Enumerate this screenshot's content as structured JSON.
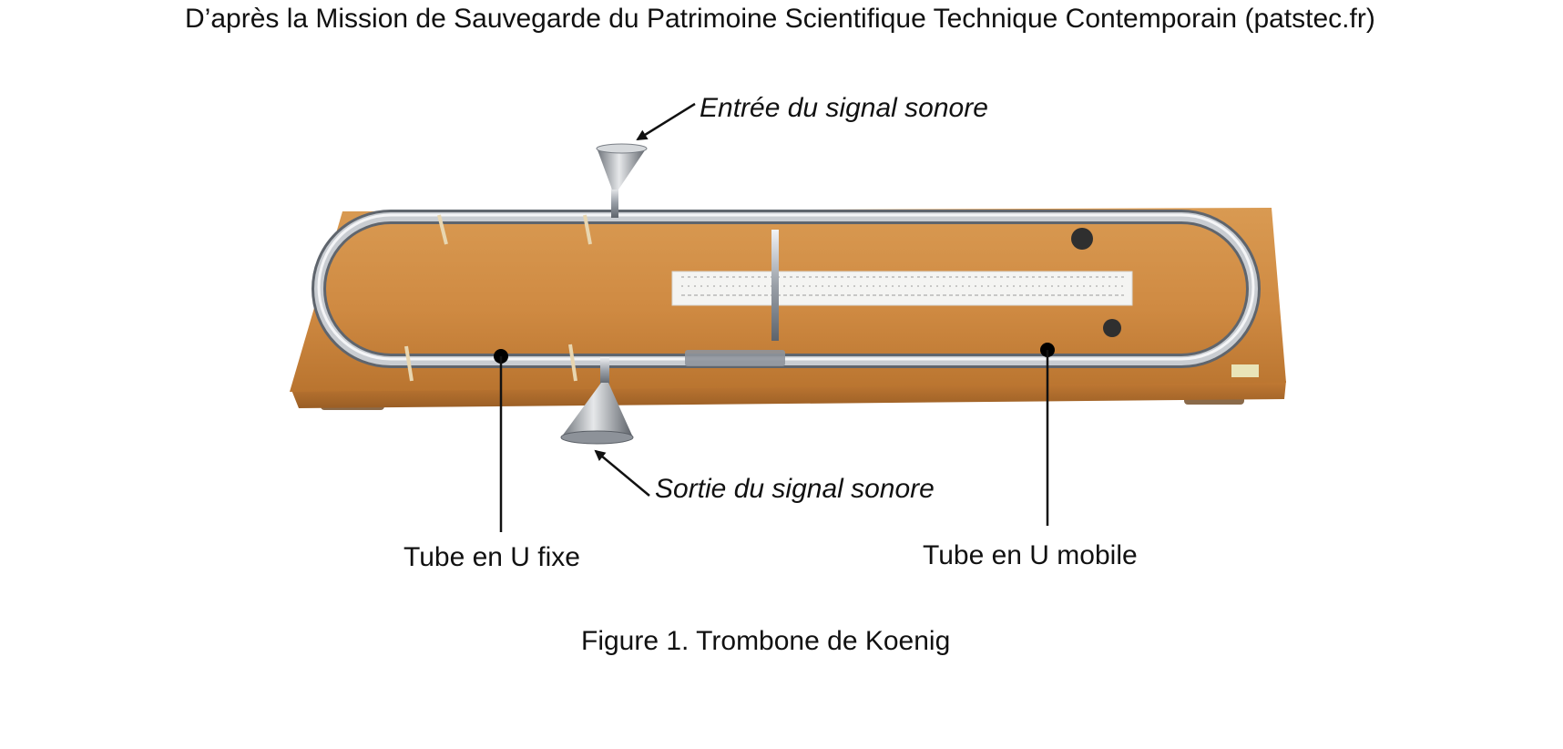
{
  "header": {
    "source_credit": "D’après la Mission de Sauvegarde du Patrimoine Scientifique Technique Contemporain (patstec.fr)"
  },
  "annotations": {
    "input_label": "Entrée du signal sonore",
    "output_label": "Sortie du signal sonore",
    "fixed_tube_label": "Tube en U fixe",
    "mobile_tube_label": "Tube en U mobile"
  },
  "figure": {
    "caption": "Figure 1. Trombone de Koenig"
  },
  "colors": {
    "wood": "#d4924a",
    "metal": "#b8bcc2",
    "text": "#111111"
  }
}
